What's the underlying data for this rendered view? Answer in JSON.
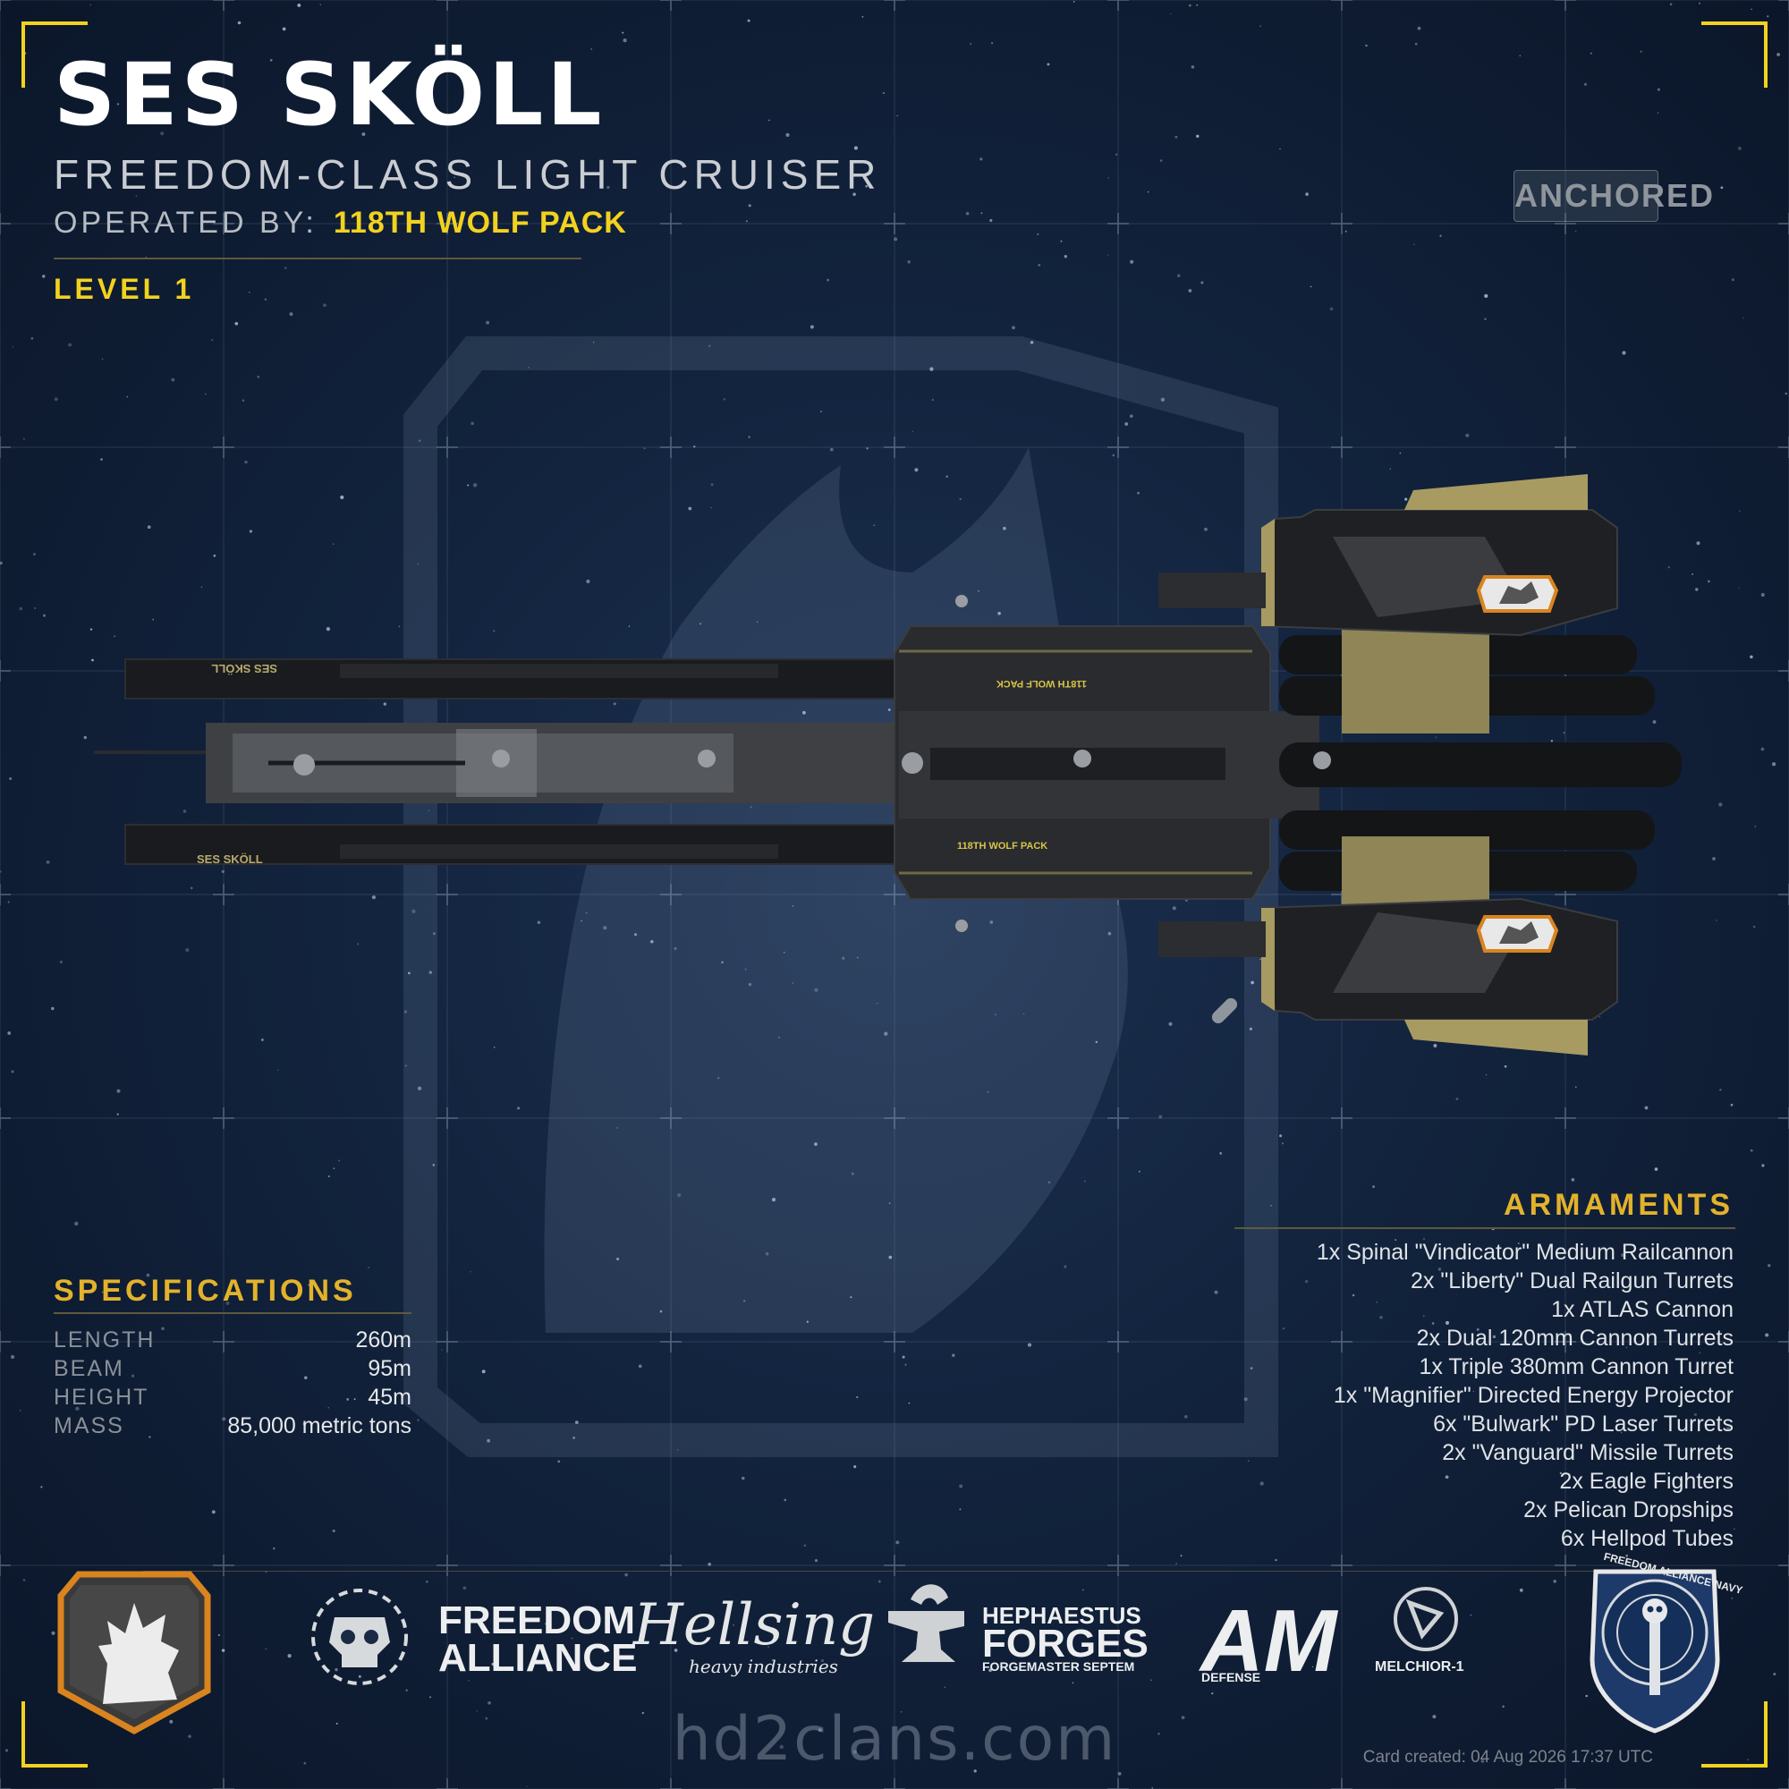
{
  "header": {
    "title": "SES SKÖLL",
    "subtitle": "FREEDOM-CLASS LIGHT CRUISER",
    "operated_label": "OPERATED BY:",
    "operator": "118TH WOLF PACK",
    "level": "LEVEL 1",
    "status": "ANCHORED"
  },
  "ship": {
    "hull_name_top": "SES SKÖLL",
    "hull_name_bottom": "SES SKÖLL",
    "hull_operator_top": "118TH WOLF PACK",
    "hull_operator_bottom": "118TH WOLF PACK"
  },
  "specifications": {
    "heading": "SPECIFICATIONS",
    "rows": [
      {
        "label": "LENGTH",
        "value": "260m"
      },
      {
        "label": "BEAM",
        "value": "95m"
      },
      {
        "label": "HEIGHT",
        "value": "45m"
      },
      {
        "label": "MASS",
        "value": "85,000 metric tons"
      }
    ]
  },
  "armaments": {
    "heading": "ARMAMENTS",
    "items": [
      "1x Spinal \"Vindicator\" Medium Railcannon",
      "2x \"Liberty\" Dual Railgun Turrets",
      "1x ATLAS Cannon",
      "2x Dual 120mm Cannon Turrets",
      "1x Triple 380mm Cannon Turret",
      "1x \"Magnifier\" Directed Energy Projector",
      "6x \"Bulwark\" PD Laser Turrets",
      "2x \"Vanguard\" Missile Turrets",
      "2x Eagle Fighters",
      "2x Pelican Dropships",
      "6x Hellpod Tubes"
    ]
  },
  "sponsors": {
    "freedom_alliance": [
      "FREEDOM",
      "ALLIANCE"
    ],
    "hellsing": [
      "Hellsing",
      "heavy industries"
    ],
    "hephaestus": [
      "HEPHAESTUS",
      "FORGES",
      "FORGEMASTER SEPTEM"
    ],
    "am": [
      "AM",
      "DEFENSE"
    ],
    "melchior": "MELCHIOR-1",
    "navy_ring": "FREEDOM ALLIANCE NAVY"
  },
  "footer": {
    "site": "hd2clans.com",
    "created": "Card created: 04 Aug 2026 17:37 UTC"
  },
  "colors": {
    "accent_yellow": "#f2d21f",
    "heading_gold": "#e3b22b",
    "background": "#12233d",
    "hull_tan": "#a89b62"
  },
  "icons": [
    "wolf-emblem-icon",
    "skull-wreath-icon",
    "anvil-icon",
    "melchior-icon",
    "navy-badge-icon"
  ]
}
